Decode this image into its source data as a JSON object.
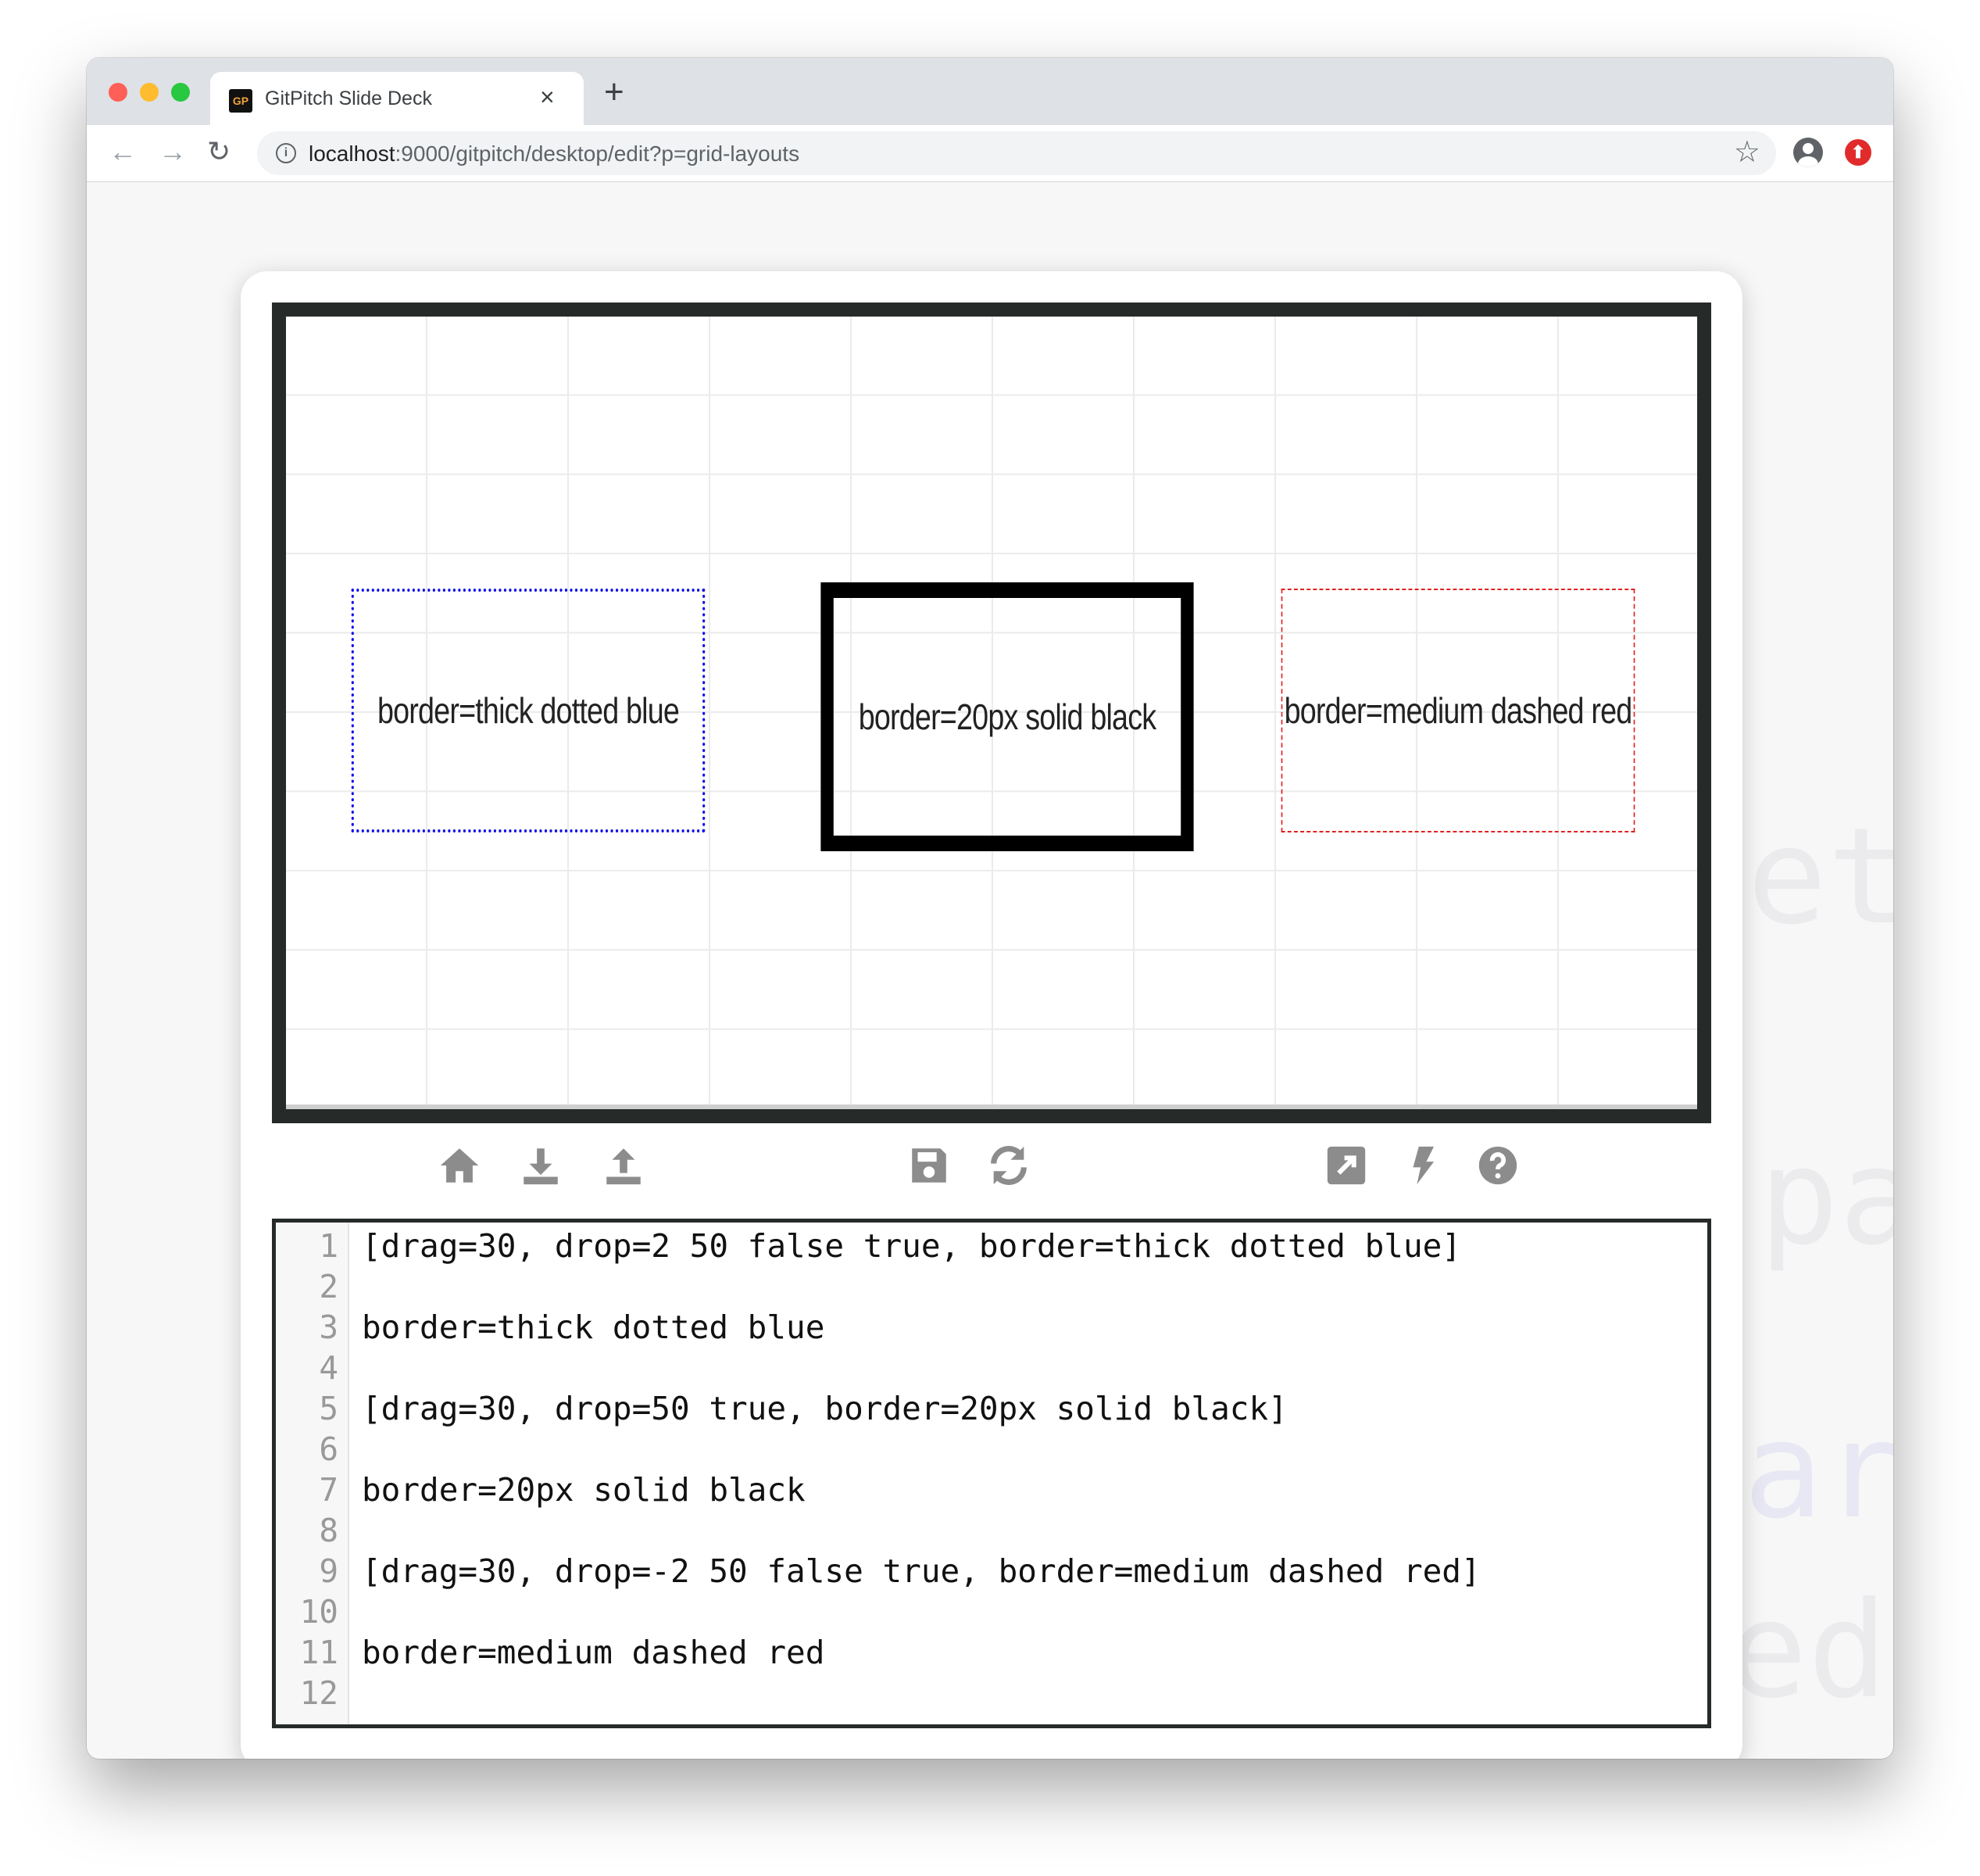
{
  "browser": {
    "tab_title": "GitPitch Slide Deck",
    "favicon_text": "GP",
    "close_glyph": "×",
    "new_tab_glyph": "+",
    "url_host": "localhost",
    "url_path": ":9000/gitpitch/desktop/edit?p=grid-layouts",
    "update_glyph": "⬆"
  },
  "slide": {
    "boxes": [
      {
        "label": "border=thick dotted blue",
        "border_color": "#1010ee"
      },
      {
        "label": "border=20px solid black",
        "border_color": "#000000"
      },
      {
        "label": "border=medium dashed red",
        "border_color": "#e02020"
      }
    ]
  },
  "toolbar_icons": [
    "home-icon",
    "download-icon",
    "upload-icon",
    "save-icon",
    "refresh-icon",
    "external-link-icon",
    "bolt-icon",
    "help-icon"
  ],
  "editor": {
    "lines": [
      {
        "n": "1",
        "text": "[drag=30, drop=2 50 false true, border=thick dotted blue]"
      },
      {
        "n": "2",
        "text": ""
      },
      {
        "n": "3",
        "text": "border=thick dotted blue"
      },
      {
        "n": "4",
        "text": ""
      },
      {
        "n": "5",
        "text": "[drag=30, drop=50 true, border=20px solid black]"
      },
      {
        "n": "6",
        "text": ""
      },
      {
        "n": "7",
        "text": "border=20px solid black"
      },
      {
        "n": "8",
        "text": ""
      },
      {
        "n": "9",
        "text": "[drag=30, drop=-2 50 false true, border=medium dashed red]"
      },
      {
        "n": "10",
        "text": ""
      },
      {
        "n": "11",
        "text": "border=medium dashed red"
      },
      {
        "n": "12",
        "text": ""
      }
    ]
  }
}
